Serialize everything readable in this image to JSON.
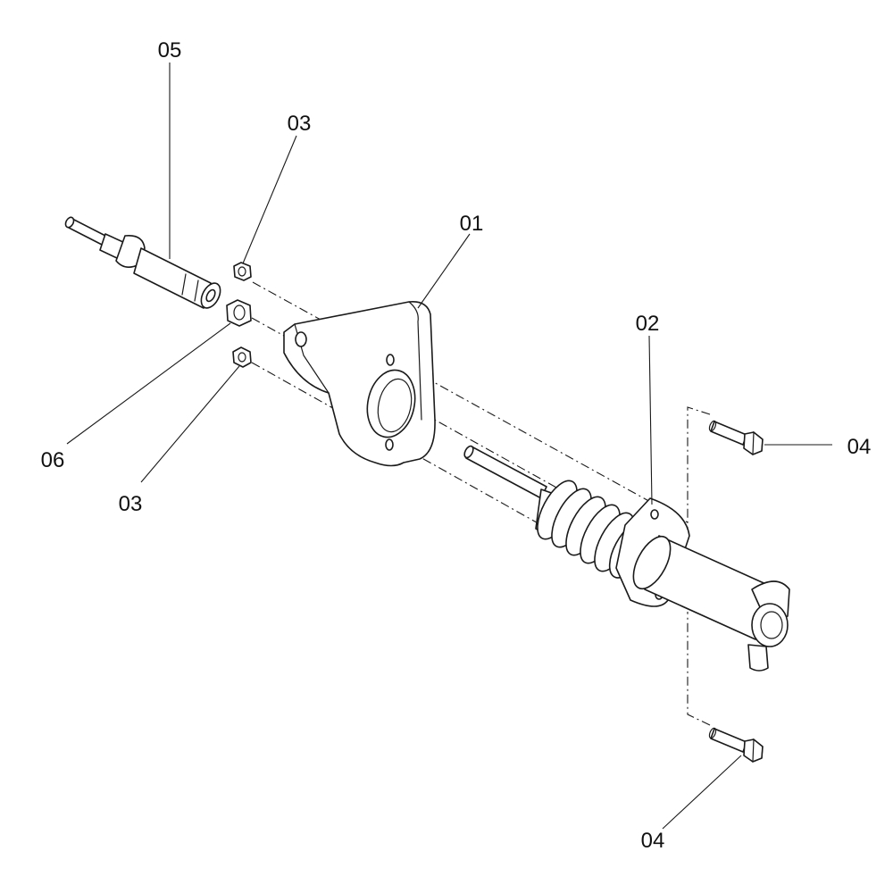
{
  "labels": {
    "p01": "01",
    "p02": "02",
    "p03_top": "03",
    "p03_bottom": "03",
    "p04_top": "04",
    "p04_bottom": "04",
    "p05": "05",
    "p06": "06"
  },
  "colors": {
    "line": "#1a1a1a",
    "background": "#ffffff"
  }
}
